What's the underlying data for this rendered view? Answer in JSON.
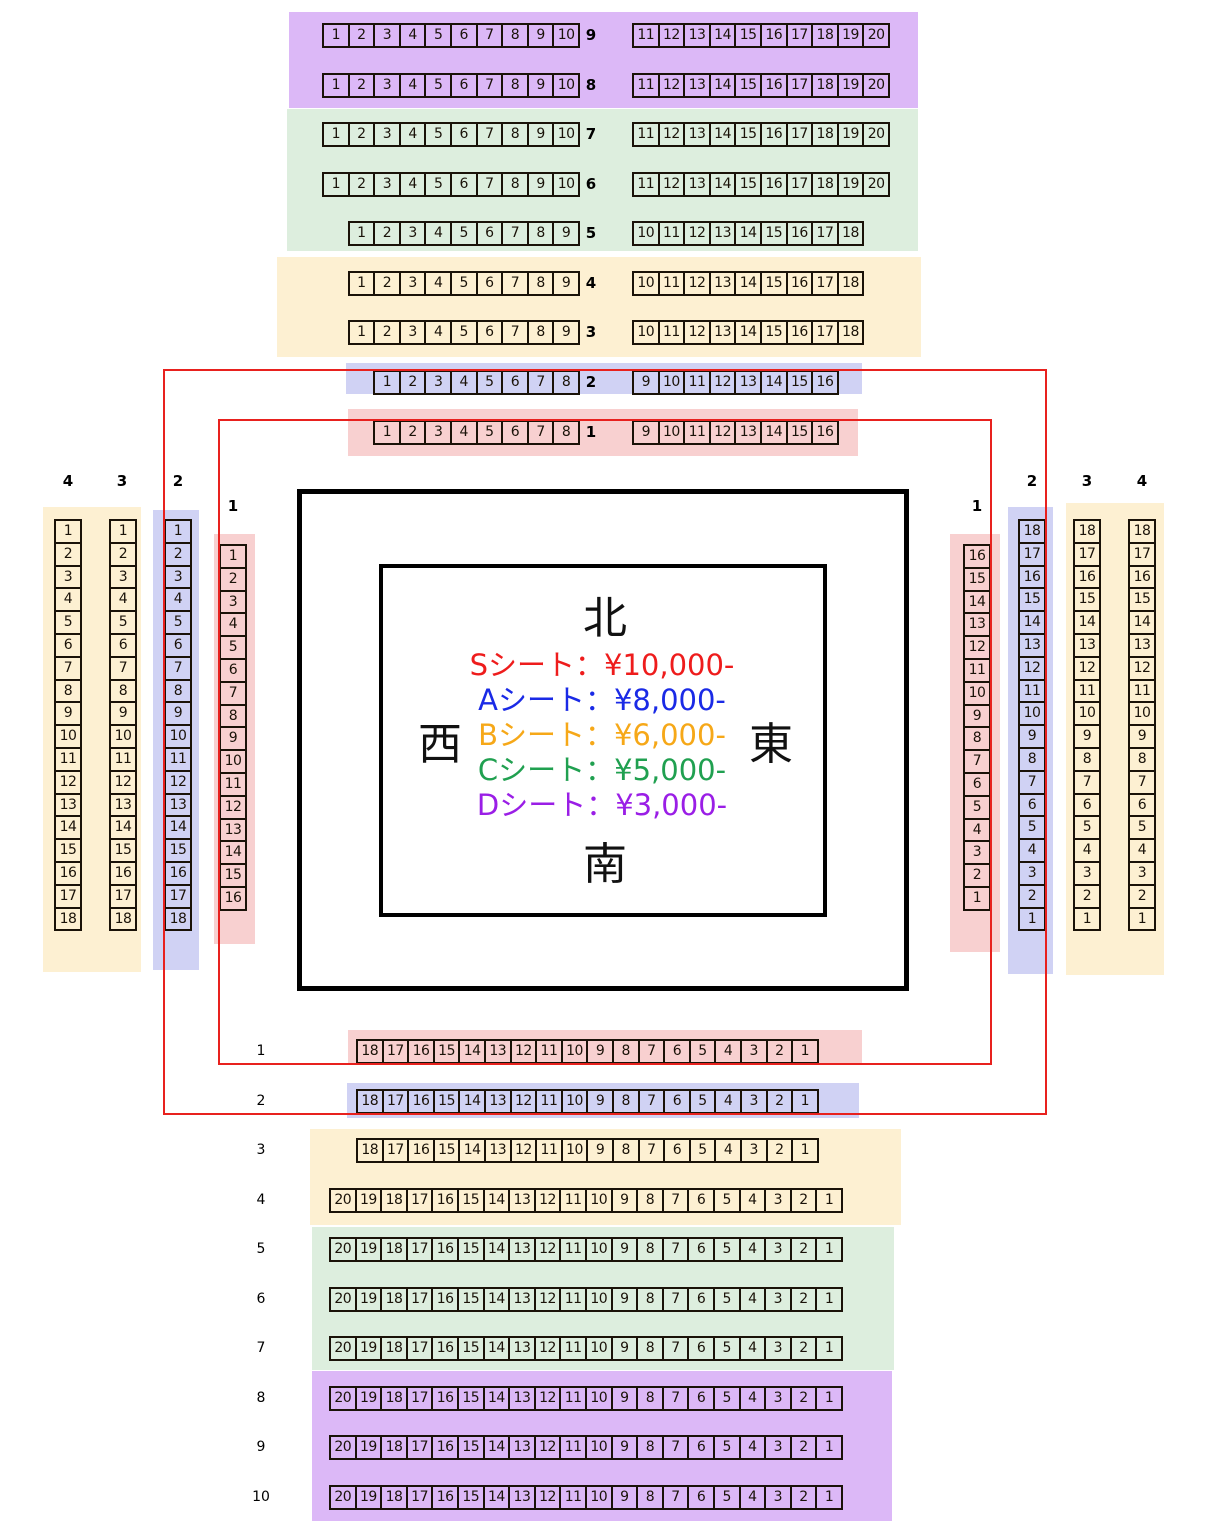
{
  "colors": {
    "S": "#f8d0d0",
    "A": "#d0d2f4",
    "B": "#fdf0d2",
    "C": "#ddeede",
    "D": "#dcb8f7",
    "S_text": "#ee1c1c",
    "A_text": "#1a2ae6",
    "B_text": "#f6a818",
    "C_text": "#20a050",
    "D_text": "#9a1ee6"
  },
  "directions": {
    "north": "北",
    "south": "南",
    "west": "西",
    "east": "東"
  },
  "legend": [
    {
      "text": "Sシート：¥10,000-",
      "tier": "S"
    },
    {
      "text": "Aシート：¥8,000-",
      "tier": "A"
    },
    {
      "text": "Bシート：¥6,000-",
      "tier": "B"
    },
    {
      "text": "Cシート：¥5,000-",
      "tier": "C"
    },
    {
      "text": "Dシート：¥3,000-",
      "tier": "D"
    }
  ],
  "north_rows": [
    {
      "row": "9",
      "tier": "D",
      "left": [
        "1",
        "2",
        "3",
        "4",
        "5",
        "6",
        "7",
        "8",
        "9",
        "10"
      ],
      "right": [
        "11",
        "12",
        "13",
        "14",
        "15",
        "16",
        "17",
        "18",
        "19",
        "20"
      ]
    },
    {
      "row": "8",
      "tier": "D",
      "left": [
        "1",
        "2",
        "3",
        "4",
        "5",
        "6",
        "7",
        "8",
        "9",
        "10"
      ],
      "right": [
        "11",
        "12",
        "13",
        "14",
        "15",
        "16",
        "17",
        "18",
        "19",
        "20"
      ]
    },
    {
      "row": "7",
      "tier": "C",
      "left": [
        "1",
        "2",
        "3",
        "4",
        "5",
        "6",
        "7",
        "8",
        "9",
        "10"
      ],
      "right": [
        "11",
        "12",
        "13",
        "14",
        "15",
        "16",
        "17",
        "18",
        "19",
        "20"
      ]
    },
    {
      "row": "6",
      "tier": "C",
      "left": [
        "1",
        "2",
        "3",
        "4",
        "5",
        "6",
        "7",
        "8",
        "9",
        "10"
      ],
      "right": [
        "11",
        "12",
        "13",
        "14",
        "15",
        "16",
        "17",
        "18",
        "19",
        "20"
      ]
    },
    {
      "row": "5",
      "tier": "C",
      "left": [
        "1",
        "2",
        "3",
        "4",
        "5",
        "6",
        "7",
        "8",
        "9"
      ],
      "right": [
        "10",
        "11",
        "12",
        "13",
        "14",
        "15",
        "16",
        "17",
        "18"
      ]
    },
    {
      "row": "4",
      "tier": "B",
      "left": [
        "1",
        "2",
        "3",
        "4",
        "5",
        "6",
        "7",
        "8",
        "9"
      ],
      "right": [
        "10",
        "11",
        "12",
        "13",
        "14",
        "15",
        "16",
        "17",
        "18"
      ]
    },
    {
      "row": "3",
      "tier": "B",
      "left": [
        "1",
        "2",
        "3",
        "4",
        "5",
        "6",
        "7",
        "8",
        "9"
      ],
      "right": [
        "10",
        "11",
        "12",
        "13",
        "14",
        "15",
        "16",
        "17",
        "18"
      ]
    },
    {
      "row": "2",
      "tier": "A",
      "left": [
        "1",
        "2",
        "3",
        "4",
        "5",
        "6",
        "7",
        "8"
      ],
      "right": [
        "9",
        "10",
        "11",
        "12",
        "13",
        "14",
        "15",
        "16"
      ]
    },
    {
      "row": "1",
      "tier": "S",
      "left": [
        "1",
        "2",
        "3",
        "4",
        "5",
        "6",
        "7",
        "8"
      ],
      "right": [
        "9",
        "10",
        "11",
        "12",
        "13",
        "14",
        "15",
        "16"
      ]
    }
  ],
  "south_rows": [
    {
      "row": "1",
      "tier": "S",
      "seats": [
        "18",
        "17",
        "16",
        "15",
        "14",
        "13",
        "12",
        "11",
        "10",
        "9",
        "8",
        "7",
        "6",
        "5",
        "4",
        "3",
        "2",
        "1"
      ]
    },
    {
      "row": "2",
      "tier": "A",
      "seats": [
        "18",
        "17",
        "16",
        "15",
        "14",
        "13",
        "12",
        "11",
        "10",
        "9",
        "8",
        "7",
        "6",
        "5",
        "4",
        "3",
        "2",
        "1"
      ]
    },
    {
      "row": "3",
      "tier": "B",
      "seats": [
        "18",
        "17",
        "16",
        "15",
        "14",
        "13",
        "12",
        "11",
        "10",
        "9",
        "8",
        "7",
        "6",
        "5",
        "4",
        "3",
        "2",
        "1"
      ]
    },
    {
      "row": "4",
      "tier": "B",
      "seats": [
        "20",
        "19",
        "18",
        "17",
        "16",
        "15",
        "14",
        "13",
        "12",
        "11",
        "10",
        "9",
        "8",
        "7",
        "6",
        "5",
        "4",
        "3",
        "2",
        "1"
      ]
    },
    {
      "row": "5",
      "tier": "C",
      "seats": [
        "20",
        "19",
        "18",
        "17",
        "16",
        "15",
        "14",
        "13",
        "12",
        "11",
        "10",
        "9",
        "8",
        "7",
        "6",
        "5",
        "4",
        "3",
        "2",
        "1"
      ]
    },
    {
      "row": "6",
      "tier": "C",
      "seats": [
        "20",
        "19",
        "18",
        "17",
        "16",
        "15",
        "14",
        "13",
        "12",
        "11",
        "10",
        "9",
        "8",
        "7",
        "6",
        "5",
        "4",
        "3",
        "2",
        "1"
      ]
    },
    {
      "row": "7",
      "tier": "C",
      "seats": [
        "20",
        "19",
        "18",
        "17",
        "16",
        "15",
        "14",
        "13",
        "12",
        "11",
        "10",
        "9",
        "8",
        "7",
        "6",
        "5",
        "4",
        "3",
        "2",
        "1"
      ]
    },
    {
      "row": "8",
      "tier": "D",
      "seats": [
        "20",
        "19",
        "18",
        "17",
        "16",
        "15",
        "14",
        "13",
        "12",
        "11",
        "10",
        "9",
        "8",
        "7",
        "6",
        "5",
        "4",
        "3",
        "2",
        "1"
      ]
    },
    {
      "row": "9",
      "tier": "D",
      "seats": [
        "20",
        "19",
        "18",
        "17",
        "16",
        "15",
        "14",
        "13",
        "12",
        "11",
        "10",
        "9",
        "8",
        "7",
        "6",
        "5",
        "4",
        "3",
        "2",
        "1"
      ]
    },
    {
      "row": "10",
      "tier": "D",
      "seats": [
        "20",
        "19",
        "18",
        "17",
        "16",
        "15",
        "14",
        "13",
        "12",
        "11",
        "10",
        "9",
        "8",
        "7",
        "6",
        "5",
        "4",
        "3",
        "2",
        "1"
      ]
    }
  ],
  "west_cols": [
    {
      "row": "4",
      "tier": "B",
      "seats": [
        "1",
        "2",
        "3",
        "4",
        "5",
        "6",
        "7",
        "8",
        "9",
        "10",
        "11",
        "12",
        "13",
        "14",
        "15",
        "16",
        "17",
        "18"
      ]
    },
    {
      "row": "3",
      "tier": "B",
      "seats": [
        "1",
        "2",
        "3",
        "4",
        "5",
        "6",
        "7",
        "8",
        "9",
        "10",
        "11",
        "12",
        "13",
        "14",
        "15",
        "16",
        "17",
        "18"
      ]
    },
    {
      "row": "2",
      "tier": "A",
      "seats": [
        "1",
        "2",
        "3",
        "4",
        "5",
        "6",
        "7",
        "8",
        "9",
        "10",
        "11",
        "12",
        "13",
        "14",
        "15",
        "16",
        "17",
        "18"
      ]
    },
    {
      "row": "1",
      "tier": "S",
      "seats": [
        "1",
        "2",
        "3",
        "4",
        "5",
        "6",
        "7",
        "8",
        "9",
        "10",
        "11",
        "12",
        "13",
        "14",
        "15",
        "16"
      ]
    }
  ],
  "east_cols": [
    {
      "row": "1",
      "tier": "S",
      "seats": [
        "16",
        "15",
        "14",
        "13",
        "12",
        "11",
        "10",
        "9",
        "8",
        "7",
        "6",
        "5",
        "4",
        "3",
        "2",
        "1"
      ]
    },
    {
      "row": "2",
      "tier": "A",
      "seats": [
        "18",
        "17",
        "16",
        "15",
        "14",
        "13",
        "12",
        "11",
        "10",
        "9",
        "8",
        "7",
        "6",
        "5",
        "4",
        "3",
        "2",
        "1"
      ]
    },
    {
      "row": "3",
      "tier": "B",
      "seats": [
        "18",
        "17",
        "16",
        "15",
        "14",
        "13",
        "12",
        "11",
        "10",
        "9",
        "8",
        "7",
        "6",
        "5",
        "4",
        "3",
        "2",
        "1"
      ]
    },
    {
      "row": "4",
      "tier": "B",
      "seats": [
        "18",
        "17",
        "16",
        "15",
        "14",
        "13",
        "12",
        "11",
        "10",
        "9",
        "8",
        "7",
        "6",
        "5",
        "4",
        "3",
        "2",
        "1"
      ]
    }
  ]
}
